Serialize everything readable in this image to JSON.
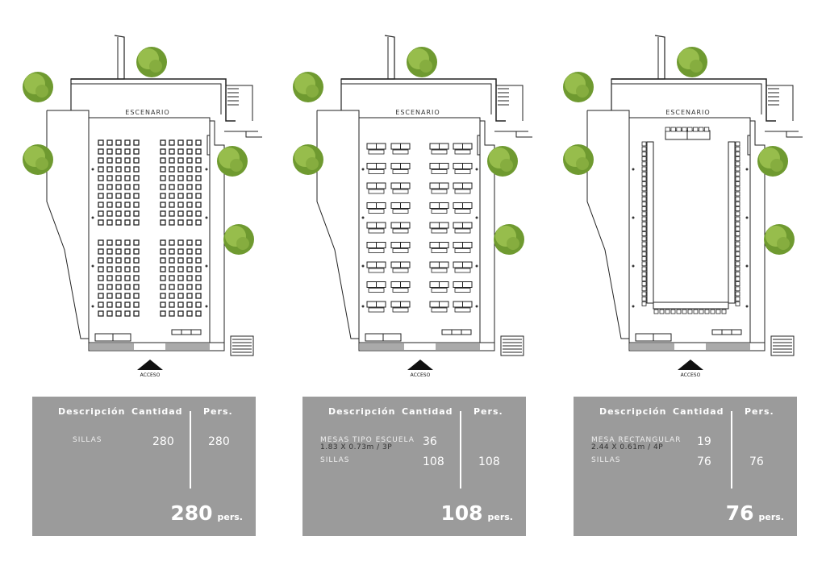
{
  "plans": [
    {
      "stage_label": "ESCENARIO",
      "access_label": "ACCESO",
      "layout": "auditorium"
    },
    {
      "stage_label": "ESCENARIO",
      "access_label": "ACCESO",
      "layout": "school"
    },
    {
      "stage_label": "ESCENARIO",
      "access_label": "ACCESO",
      "layout": "u-shape"
    }
  ],
  "tables": [
    {
      "headers": {
        "desc": "Descripción",
        "qty": "Cantidad",
        "pers": "Pers."
      },
      "rows": [
        {
          "desc": "SILLAS",
          "qty": "280",
          "pers": "280"
        }
      ],
      "total": "280",
      "total_unit": "pers."
    },
    {
      "headers": {
        "desc": "Descripción",
        "qty": "Cantidad",
        "pers": "Pers."
      },
      "rows": [
        {
          "desc": "MESAS TIPO ESCUELA",
          "sub": "1.83 X 0.73m / 3P",
          "qty": "36"
        },
        {
          "desc": "SILLAS",
          "qty": "108",
          "pers": "108"
        }
      ],
      "total": "108",
      "total_unit": "pers."
    },
    {
      "headers": {
        "desc": "Descripción",
        "qty": "Cantidad",
        "pers": "Pers."
      },
      "rows": [
        {
          "desc": "MESA RECTANGULAR",
          "sub": "2.44 X 0.61m / 4P",
          "qty": "19"
        },
        {
          "desc": "SILLAS",
          "qty": "76",
          "pers": "76"
        }
      ],
      "total": "76",
      "total_unit": "pers."
    }
  ],
  "colors": {
    "panel": "#9b9b9b",
    "tree": "#7fa83a",
    "line": "#222222"
  }
}
